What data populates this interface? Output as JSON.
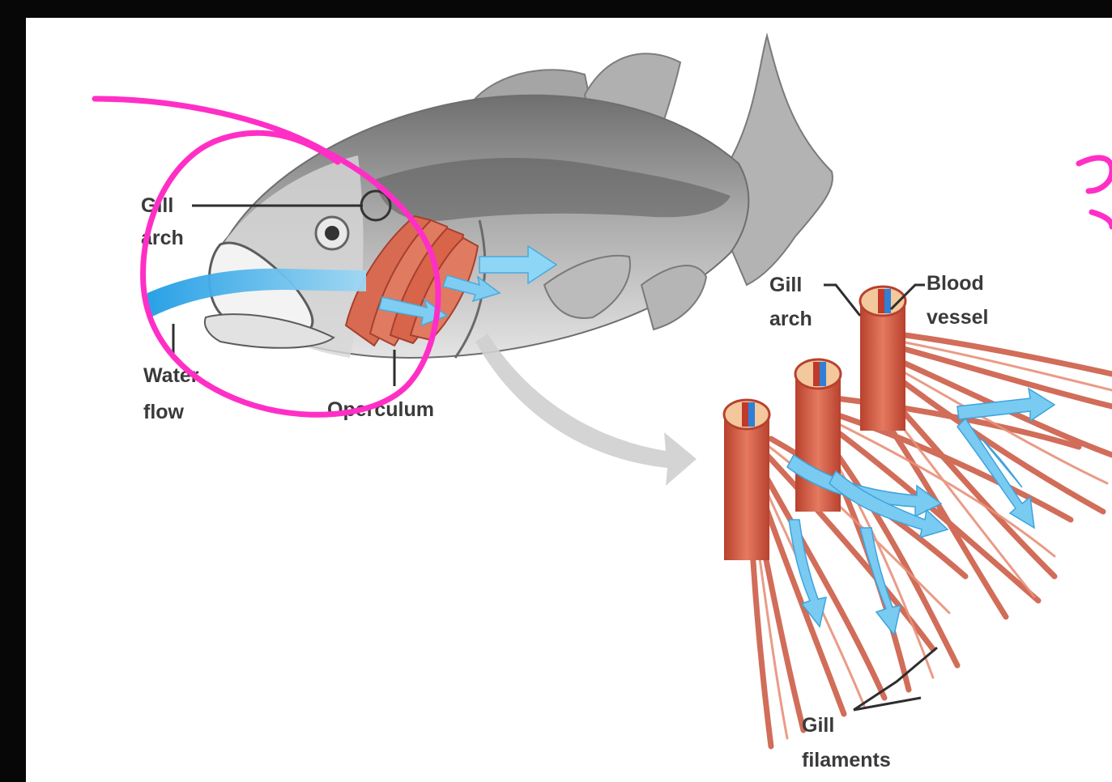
{
  "labels": {
    "gill_arch_top": "Gill",
    "gill_arch_bottom": "arch",
    "water_flow_top": "Water",
    "water_flow_bottom": "flow",
    "operculum": "Operculum",
    "detail_gill_arch_top": "Gill",
    "detail_gill_arch_bottom": "arch",
    "blood_vessel_top": "Blood",
    "blood_vessel_bottom": "vessel",
    "gill_filaments_top": "Gill",
    "gill_filaments_bottom": "filaments"
  },
  "colors": {
    "annotation_pen": "#ff2fc6",
    "water": "#2aa6e6",
    "gill_tissue": "#d9644d",
    "blood_vessel": "#2f7fd6",
    "fish_body": "#9a9a9a",
    "frame": "#070707"
  }
}
